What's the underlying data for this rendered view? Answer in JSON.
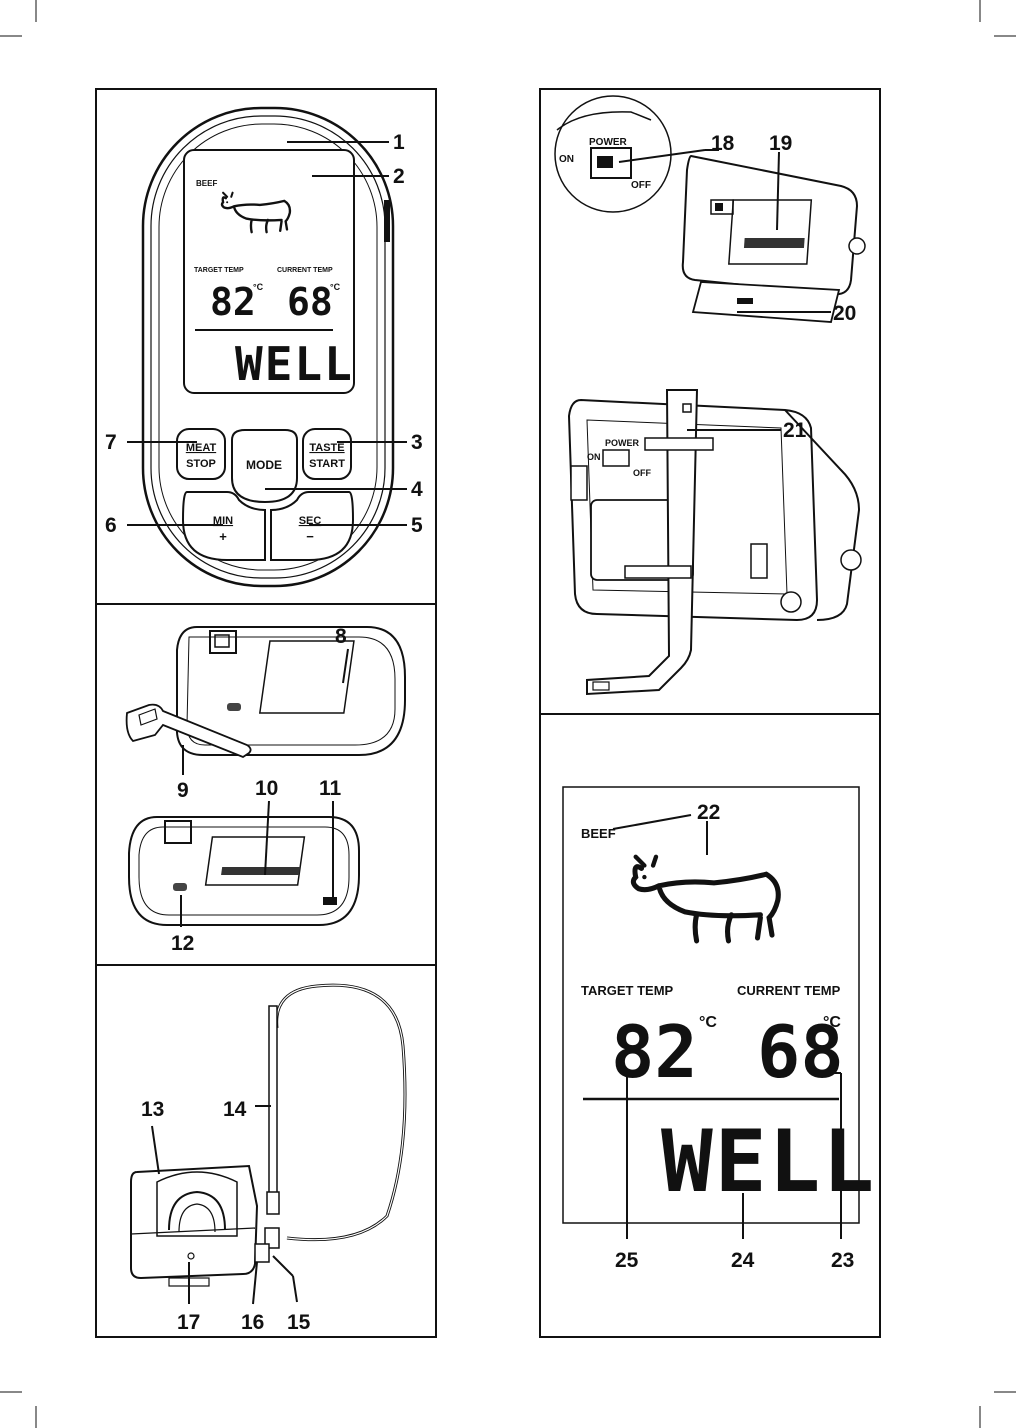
{
  "display": {
    "meat": "BEEF",
    "target_label": "TARGET TEMP",
    "current_label": "CURRENT TEMP",
    "target_value": "82",
    "current_value": "68",
    "unit": "°C",
    "doneness": "WELL"
  },
  "buttons": {
    "meat_top": "MEAT",
    "meat_bottom": "STOP",
    "mode": "MODE",
    "taste_top": "TASTE",
    "taste_bottom": "START",
    "min_top": "MIN",
    "min_bottom": "+",
    "sec_top": "SEC",
    "sec_bottom": "−"
  },
  "switch": {
    "power": "POWER",
    "on": "ON",
    "off": "OFF"
  },
  "callouts": {
    "c1": "1",
    "c2": "2",
    "c3": "3",
    "c4": "4",
    "c5": "5",
    "c6": "6",
    "c7": "7",
    "c8": "8",
    "c9": "9",
    "c10": "10",
    "c11": "11",
    "c12": "12",
    "c13": "13",
    "c14": "14",
    "c15": "15",
    "c16": "16",
    "c17": "17",
    "c18": "18",
    "c19": "19",
    "c20": "20",
    "c21": "21",
    "c22": "22",
    "c23": "23",
    "c24": "24",
    "c25": "25"
  }
}
